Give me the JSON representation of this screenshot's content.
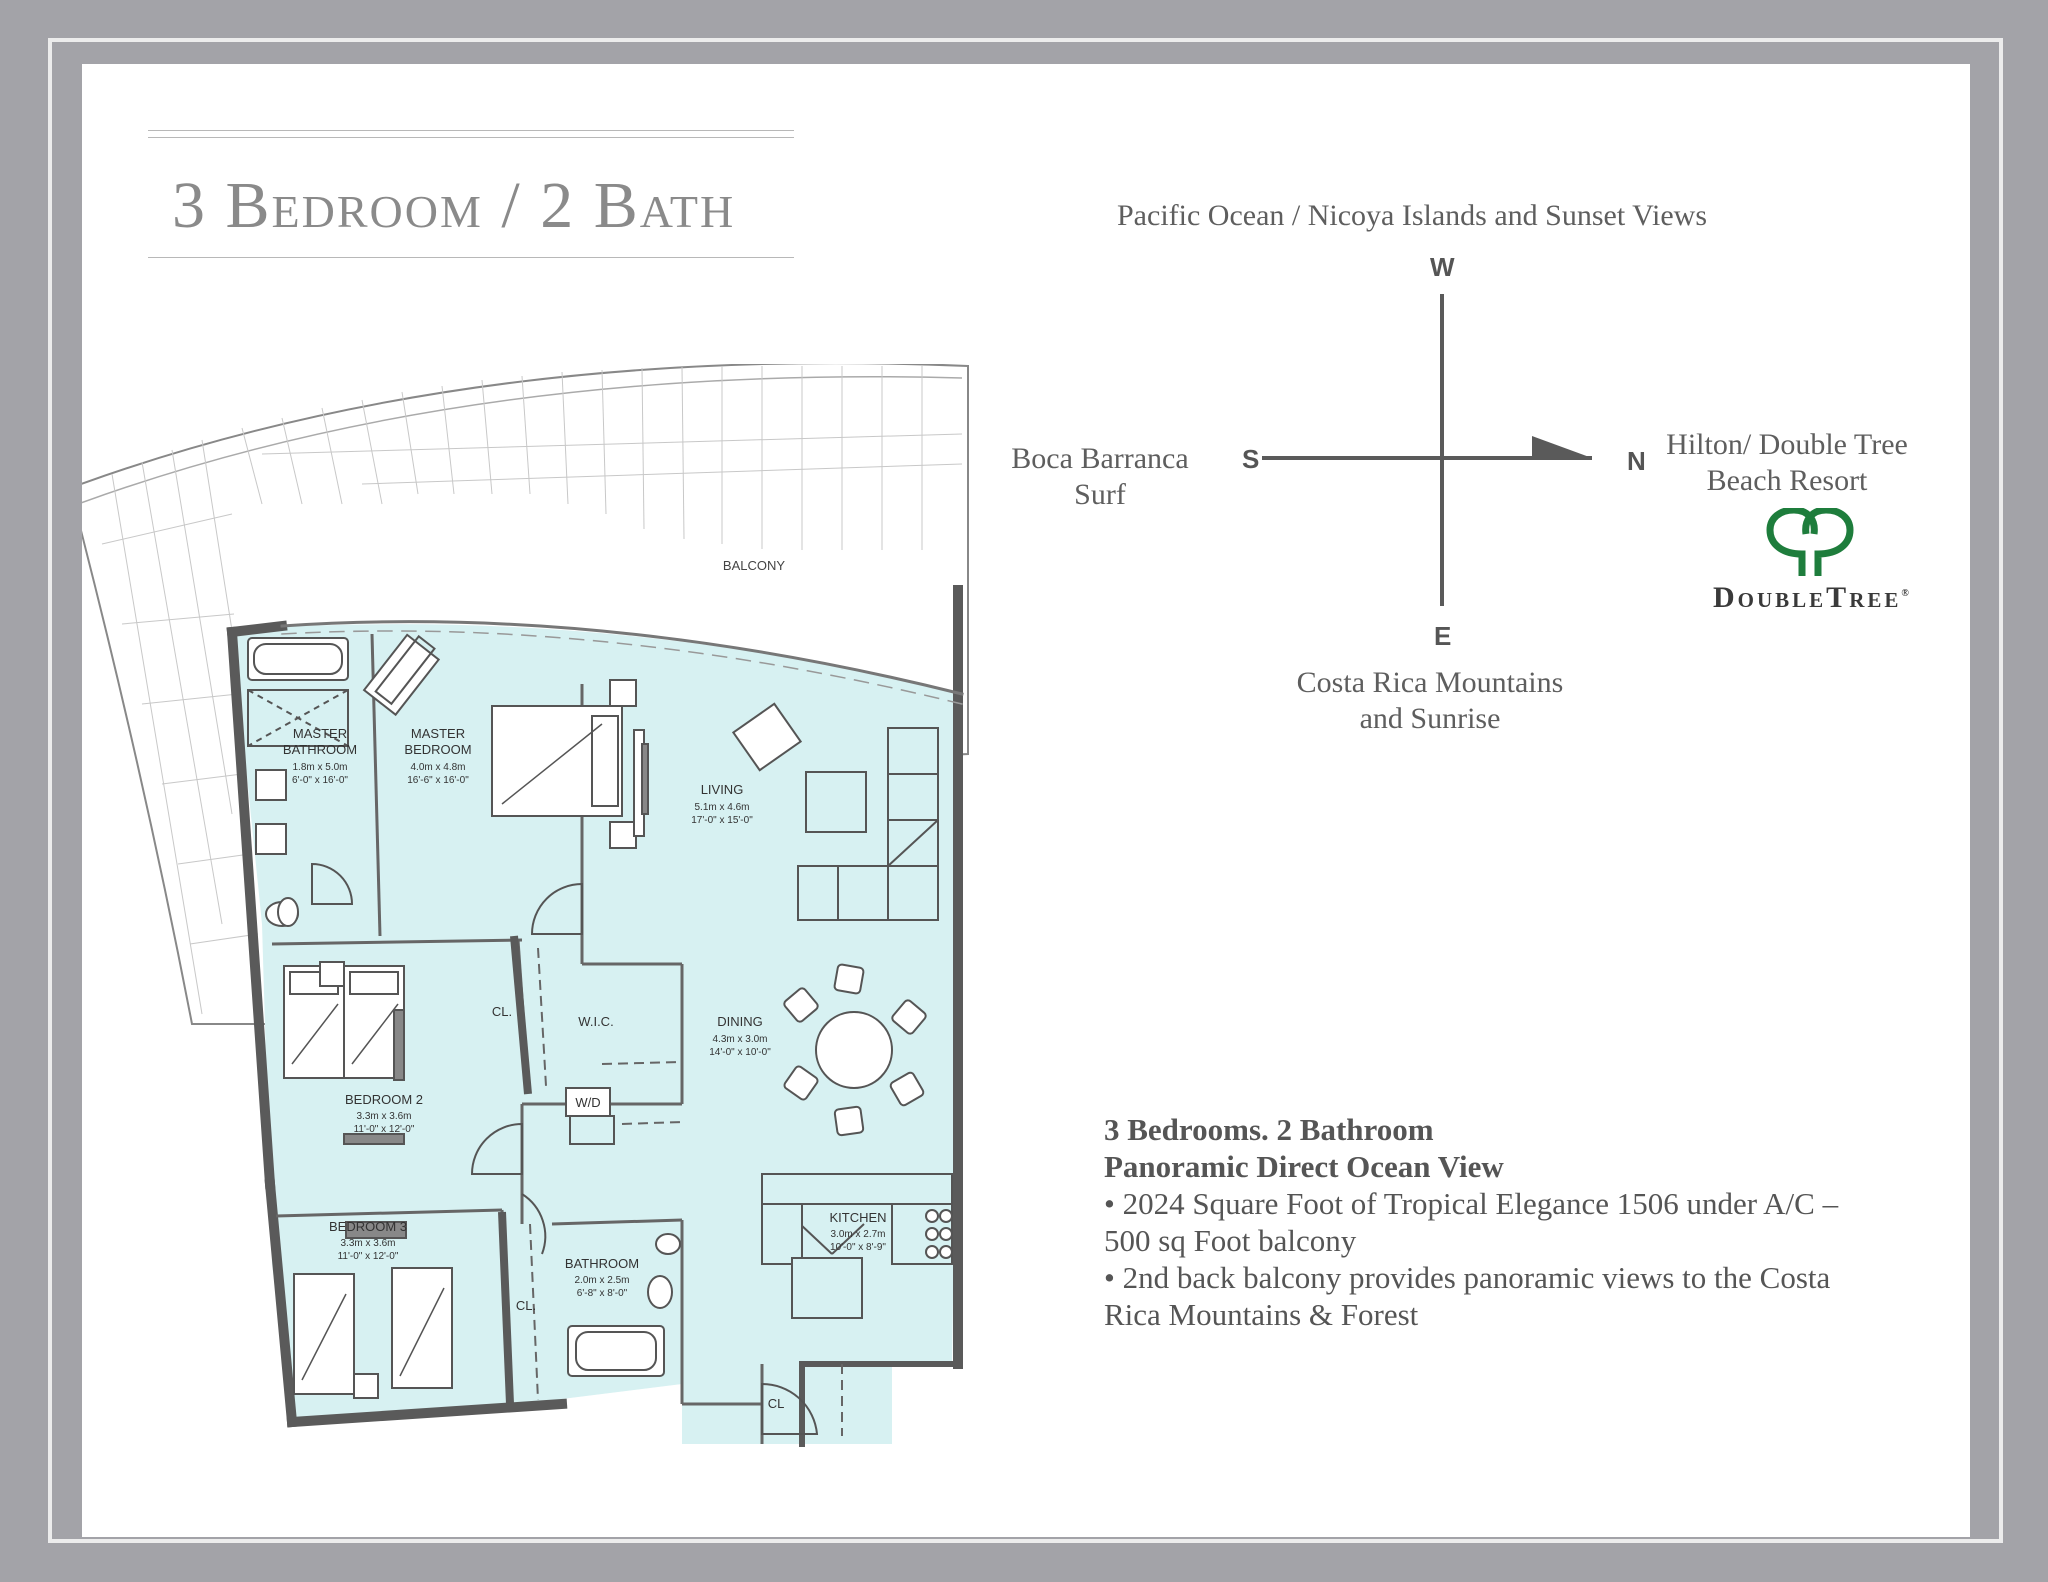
{
  "title": "3 Bedroom / 2 Bath",
  "views": {
    "west": "Pacific Ocean / Nicoya Islands and Sunset Views",
    "south": "Boca Barranca Surf",
    "north": "Hilton/ Double Tree Beach Resort",
    "east": "Costa Rica Mountains and Sunrise"
  },
  "compass": {
    "w": "W",
    "s": "S",
    "n": "N",
    "e": "E"
  },
  "logo": {
    "text": "DoubleTree",
    "reg": "®"
  },
  "rooms": {
    "balcony": "BALCONY",
    "master_bath": {
      "name1": "MASTER",
      "name2": "BATHROOM",
      "metric": "1.8m x 5.0m",
      "imperial": "6'-0\" x 16'-0\""
    },
    "master_bed": {
      "name1": "MASTER",
      "name2": "BEDROOM",
      "metric": "4.0m x 4.8m",
      "imperial": "16'-6\" x 16'-0\""
    },
    "living": {
      "name": "LIVING",
      "metric": "5.1m x 4.6m",
      "imperial": "17'-0\" x 15'-0\""
    },
    "wic": "W.I.C.",
    "cl": "CL.",
    "cl2": "CL",
    "dining": {
      "name": "DINING",
      "metric": "4.3m x 3.0m",
      "imperial": "14'-0\" x 10'-0\""
    },
    "bed2": {
      "name": "BEDROOM 2",
      "metric": "3.3m x 3.6m",
      "imperial": "11'-0\" x 12'-0\""
    },
    "bed3": {
      "name": "BEDROOM 3",
      "metric": "3.3m x 3.6m",
      "imperial": "11'-0\" x 12'-0\""
    },
    "wd": "W/D",
    "bathroom": {
      "name": "BATHROOM",
      "metric": "2.0m x 2.5m",
      "imperial": "6'-8\" x 8'-0\""
    },
    "kitchen": {
      "name": "KITCHEN",
      "metric": "3.0m x 2.7m",
      "imperial": "10'-0\" x 8'-9\""
    }
  },
  "features": {
    "line1": "3 Bedrooms. 2 Bathroom",
    "line2": "Panoramic Direct Ocean View",
    "bullet1": "• 2024 Square Foot of Tropical Elegance 1506 under A/C – 500 sq Foot balcony",
    "bullet2": "• 2nd back balcony provides panoramic views to the Costa Rica Mountains & Forest"
  },
  "colors": {
    "floor": "#d7f1f2",
    "wall": "#5a5a5a",
    "frame": "#a3a3a8",
    "logo_green": "#1e7d3c"
  }
}
